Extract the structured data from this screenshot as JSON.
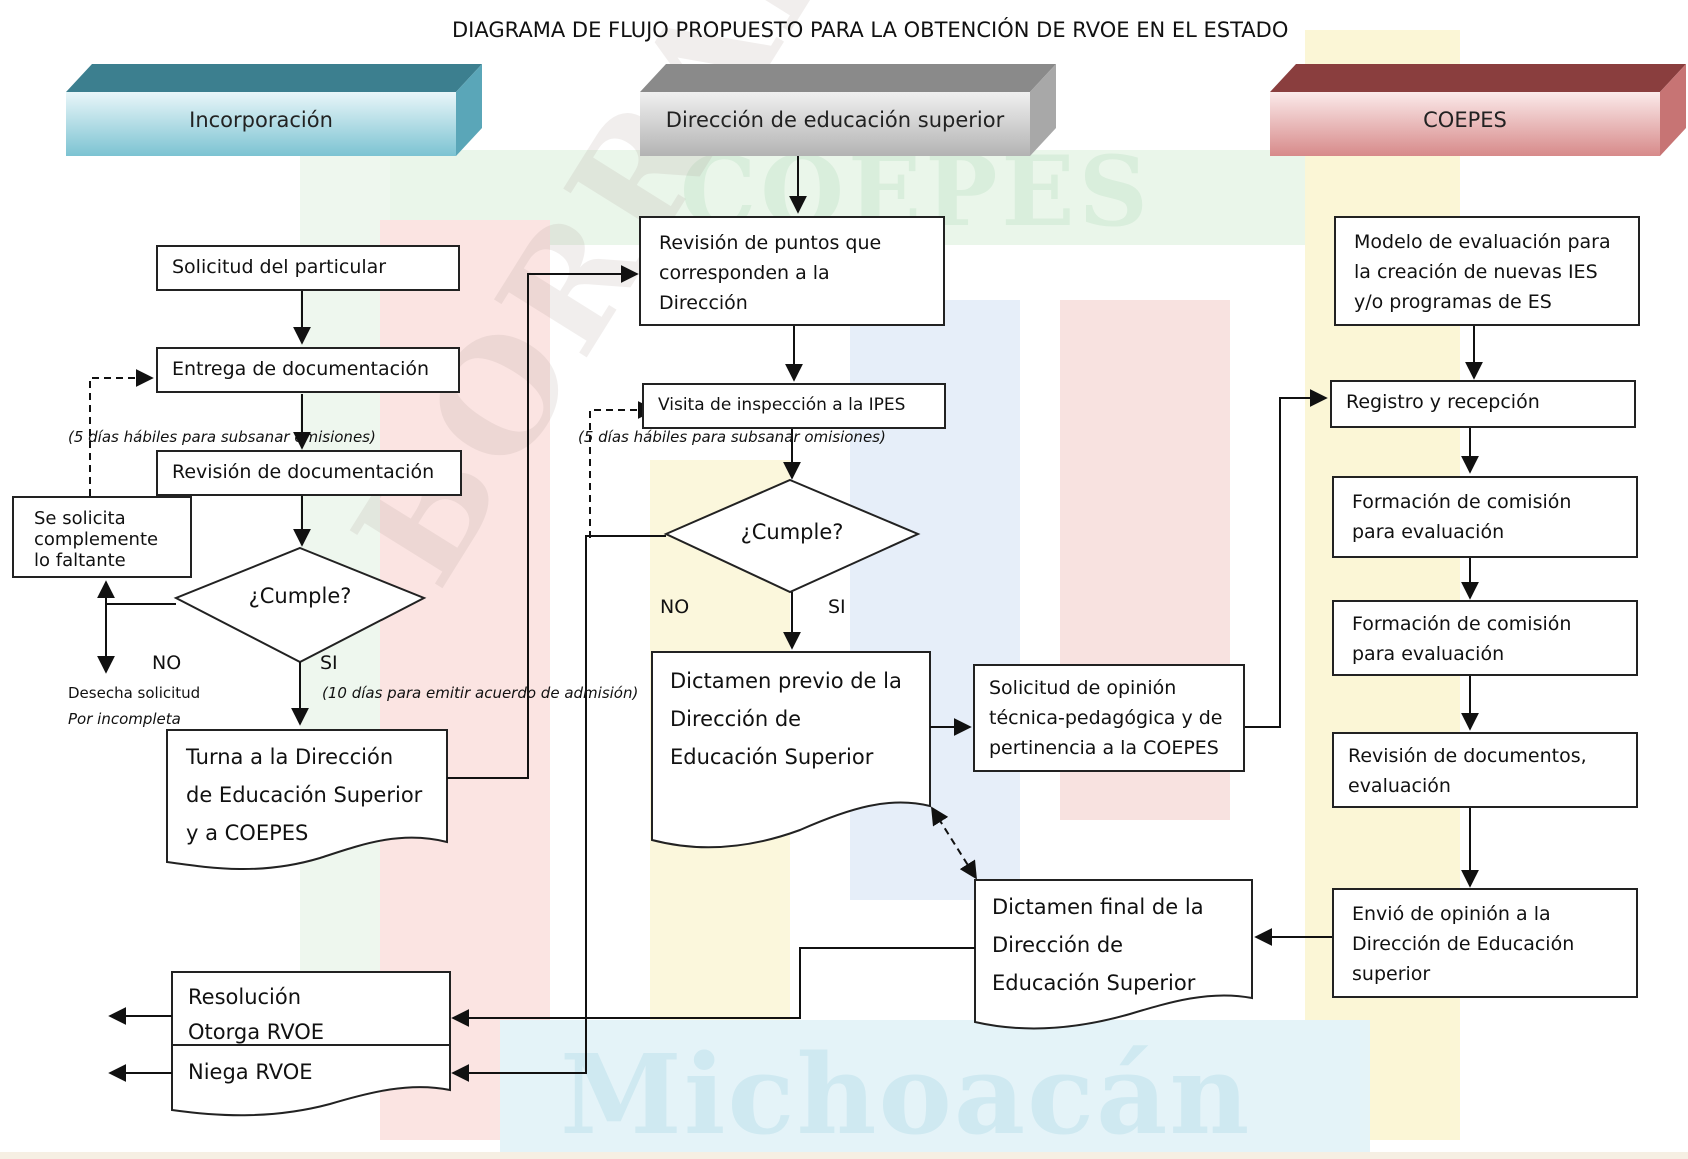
{
  "title": "DIAGRAMA DE FLUJO PROPUESTO PARA LA OBTENCIÓN DE RVOE EN EL ESTADO",
  "watermark": {
    "top": "COEPES",
    "bottom": "Michoacán",
    "diagonal": "BORRADOR"
  },
  "colors": {
    "lane1": "#8fcfdc",
    "lane2": "#bdbdbd",
    "lane3": "#d98c8c"
  },
  "lanes": [
    {
      "label": "Incorporación"
    },
    {
      "label": "Dirección de educación superior"
    },
    {
      "label": "COEPES"
    }
  ],
  "lane1": {
    "solicitud": "Solicitud del particular",
    "entrega": "Entrega de documentación",
    "note_5dias": "(5 días hábiles para subsanar   omisiones)",
    "revision": "Revisión de documentación",
    "complemento": [
      "Se solicita",
      "complemente",
      "lo faltante"
    ],
    "decision": "¿Cumple?",
    "no_label": "NO",
    "si_label": "SI",
    "desecha": [
      "Desecha solicitud",
      "Por incompleta"
    ],
    "note_10dias": "(10 días para emitir acuerdo de admisión)",
    "turna": [
      "Turna a la Dirección",
      "de Educación Superior",
      "y a COEPES"
    ],
    "resolucion": "Resolución",
    "otorga": "Otorga RVOE",
    "niega": "Niega RVOE"
  },
  "lane2": {
    "revision_puntos": [
      "Revisión de puntos que",
      "corresponden a la",
      "Dirección"
    ],
    "visita": "Visita de inspección a la IPES",
    "note_5dias": "(5 días hábiles para subsanar   omisiones)",
    "decision": "¿Cumple?",
    "no_label": "NO",
    "si_label": "SI",
    "dictamen_previo": [
      "Dictamen previo de la",
      "Dirección de",
      "Educación Superior"
    ],
    "solicitud_opinion": [
      "Solicitud de opinión",
      "técnica-pedagógica y de",
      "pertinencia a la COEPES"
    ],
    "dictamen_final": [
      "Dictamen final de la",
      "Dirección de",
      "Educación Superior"
    ]
  },
  "lane3": {
    "modelo": [
      "Modelo de evaluación para",
      "la creación de nuevas IES",
      "y/o programas de ES"
    ],
    "registro": "Registro y recepción",
    "formacion1": [
      "Formación de comisión",
      "para evaluación"
    ],
    "formacion2": [
      "Formación de comisión",
      "para evaluación"
    ],
    "revision_docs": [
      "Revisión de documentos,",
      "evaluación"
    ],
    "envio": [
      "Envió de opinión a la",
      "Dirección de Educación",
      "superior"
    ]
  }
}
